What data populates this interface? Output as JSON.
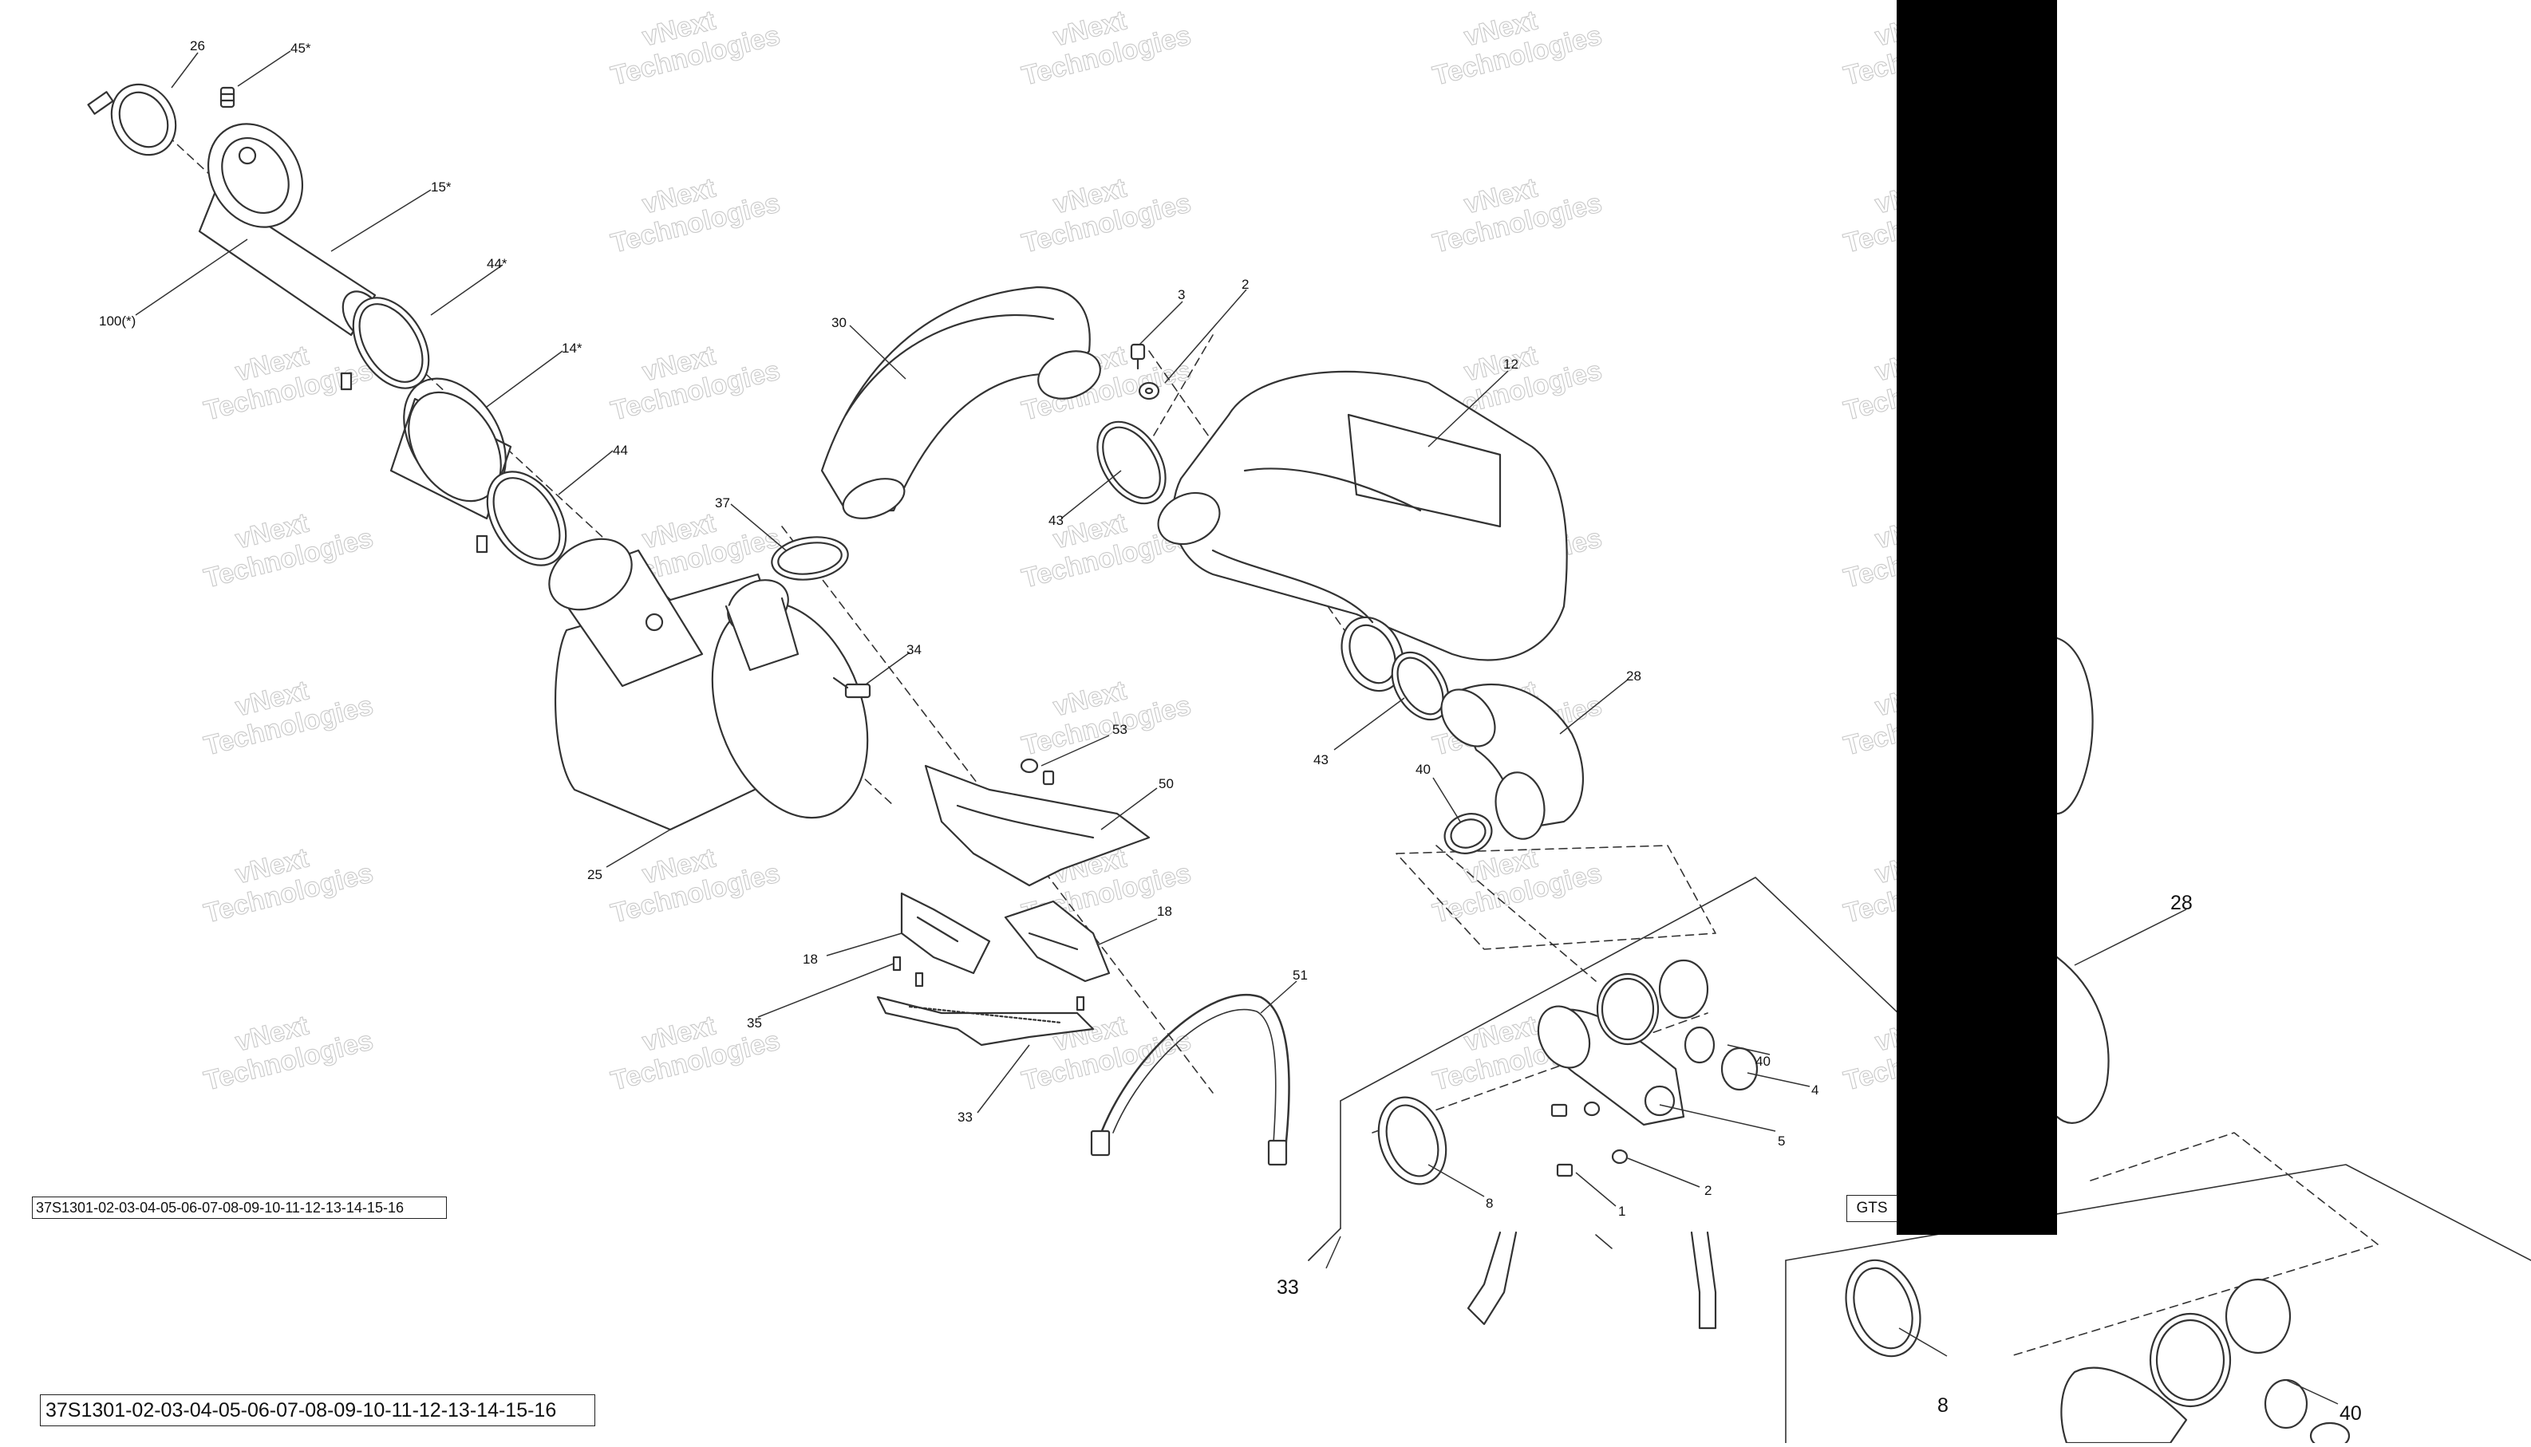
{
  "watermark": {
    "line1": "vNext",
    "line2": "Technologies"
  },
  "diagram_code_small": "37S1301-02-03-04-05-06-07-08-09-10-11-12-13-14-15-16",
  "diagram_code_large": "37S1301-02-03-04-05-06-07-08-09-10-11-12-13-14-15-16",
  "gts_label": "GTS",
  "callouts": {
    "c26": "26",
    "c45": "45*",
    "c15": "15*",
    "c100": "100(*)",
    "c44s": "44*",
    "c14": "14*",
    "c44": "44",
    "c30": "30",
    "c3": "3",
    "c2": "2",
    "c12": "12",
    "c37": "37",
    "c43a": "43",
    "c34": "34",
    "c53": "53",
    "c50": "50",
    "c28": "28",
    "c43b": "43",
    "c40": "40",
    "c25": "25",
    "c18a": "18",
    "c18b": "18",
    "c35": "35",
    "c51": "51",
    "c33": "33",
    "d40": "40",
    "d4": "4",
    "d5": "5",
    "d2": "2",
    "d1": "1",
    "d8": "8",
    "d33": "33",
    "e28": "28",
    "e8": "8",
    "e40": "40"
  }
}
